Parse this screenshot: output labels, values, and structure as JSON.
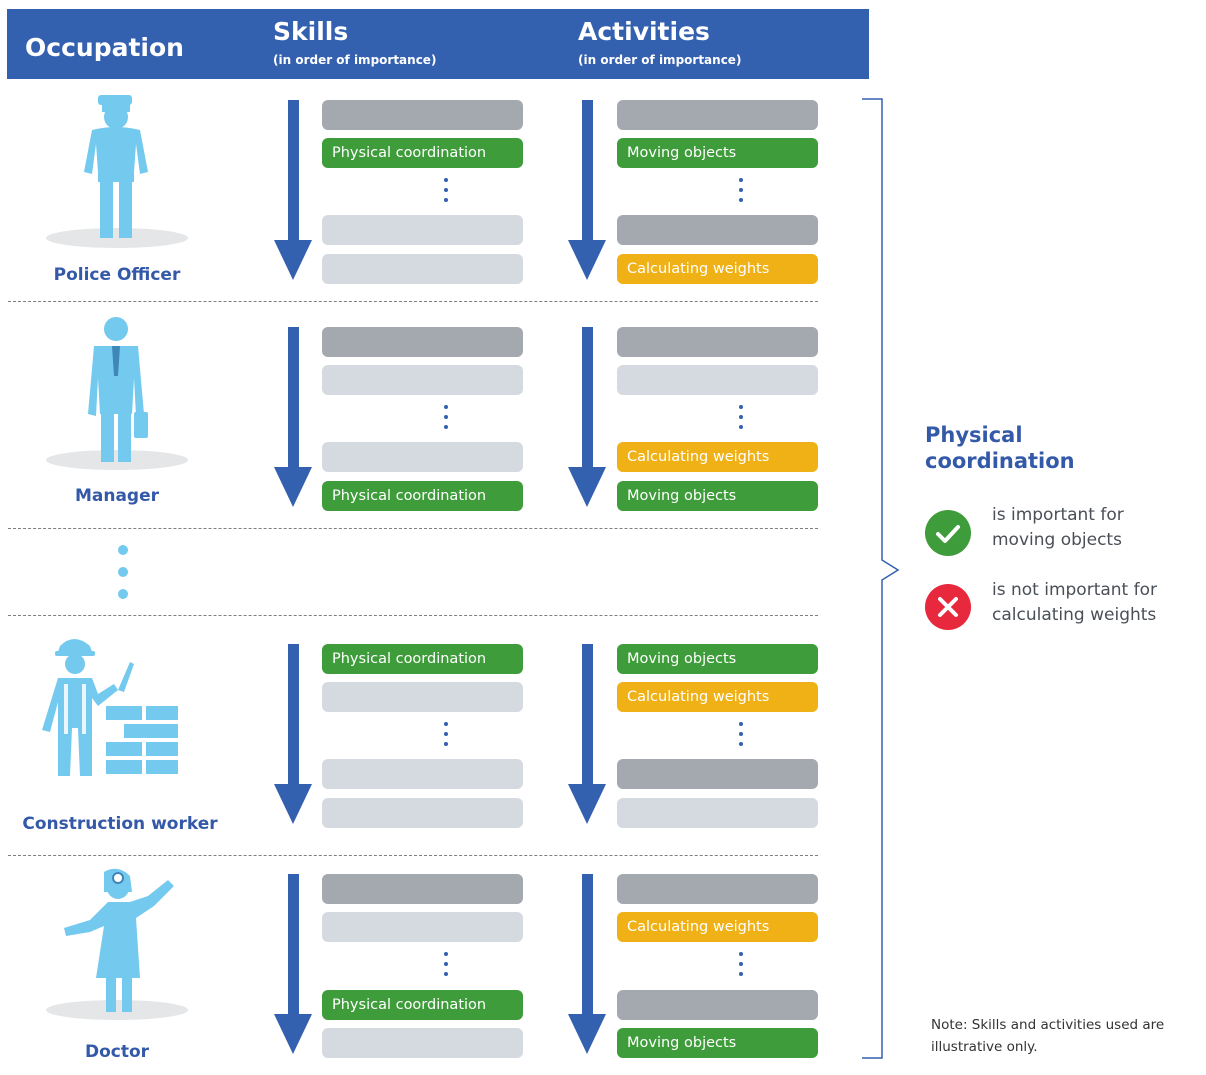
{
  "header": {
    "occupation": "Occupation",
    "skills": "Skills",
    "skills_sub": "(in order of importance)",
    "activities": "Activities",
    "activities_sub": "(in order of importance)"
  },
  "rows": [
    {
      "occupation": "Police Officer",
      "skills": [
        "",
        "Physical coordination",
        "",
        ""
      ],
      "activities": [
        "",
        "Moving objects",
        "",
        "Calculating weights"
      ]
    },
    {
      "occupation": "Manager",
      "skills": [
        "",
        "",
        "",
        "Physical coordination"
      ],
      "activities": [
        "",
        "",
        "Calculating weights",
        "Moving objects"
      ]
    },
    {
      "occupation": "Construction worker",
      "skills": [
        "Physical coordination",
        "",
        "",
        ""
      ],
      "activities": [
        "Moving objects",
        "Calculating weights",
        "",
        ""
      ]
    },
    {
      "occupation": "Doctor",
      "skills": [
        "",
        "",
        "Physical coordination",
        ""
      ],
      "activities": [
        "",
        "Calculating weights",
        "",
        "Moving objects"
      ]
    }
  ],
  "legend": {
    "title": "Physical coordination",
    "important_text": "is important for moving objects",
    "not_important_text": "is not important for calculating weights"
  },
  "note": "Note: Skills and activities used are illustrative only.",
  "colors": {
    "header_blue": "#3460b0",
    "label_blue": "#3459a8",
    "figure_blue": "#73c9ee",
    "green": "#3e9c3a",
    "yellow": "#f0b116",
    "red": "#e8283c"
  }
}
